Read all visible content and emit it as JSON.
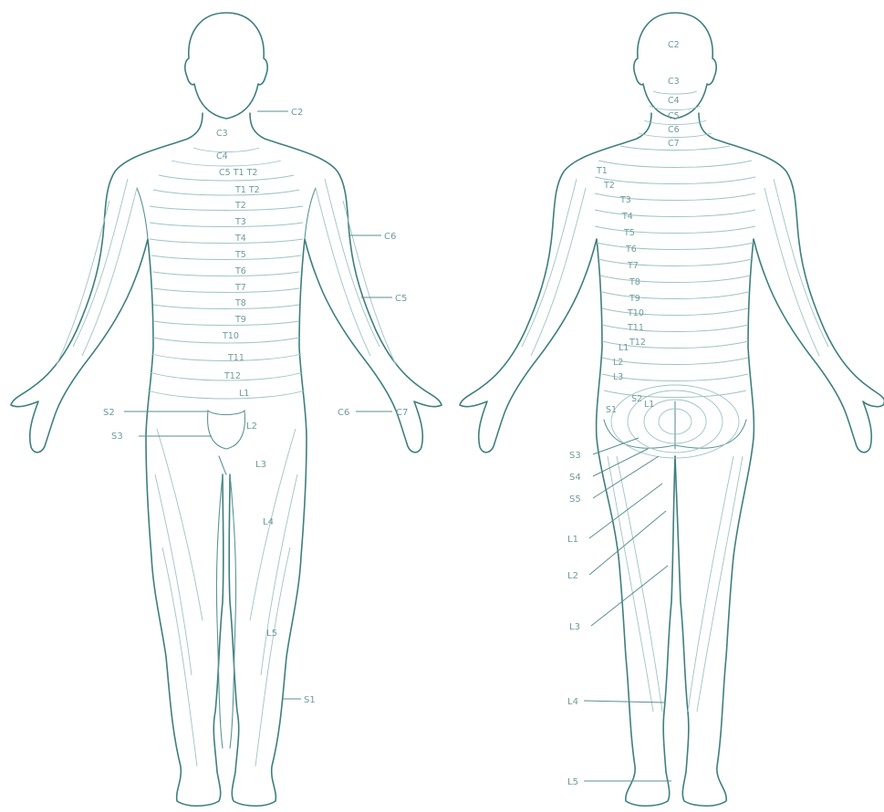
{
  "front": {
    "leader_labels": [
      "C2",
      "C6",
      "C5",
      "C6",
      "C7",
      "S2",
      "S3",
      "L2",
      "L3",
      "L4",
      "L5",
      "S1"
    ],
    "inner_labels": [
      "C3",
      "C4",
      "C5 T1 T2",
      "T1 T2",
      "T2",
      "T3",
      "T4",
      "T5",
      "T6",
      "T7",
      "T8",
      "T9",
      "T10",
      "T11",
      "T12",
      "L1"
    ]
  },
  "back": {
    "inner_labels": [
      "C2",
      "C3",
      "C4",
      "C5",
      "C6",
      "C7",
      "T1",
      "T2",
      "T3",
      "T4",
      "T5",
      "T6",
      "T7",
      "T8",
      "T9",
      "T10",
      "T11",
      "T12",
      "L1",
      "L2",
      "L3",
      "S1",
      "S2",
      "L1"
    ],
    "leader_labels": [
      "S3",
      "S4",
      "S5",
      "L1",
      "L2",
      "L3",
      "L4",
      "L5"
    ]
  }
}
